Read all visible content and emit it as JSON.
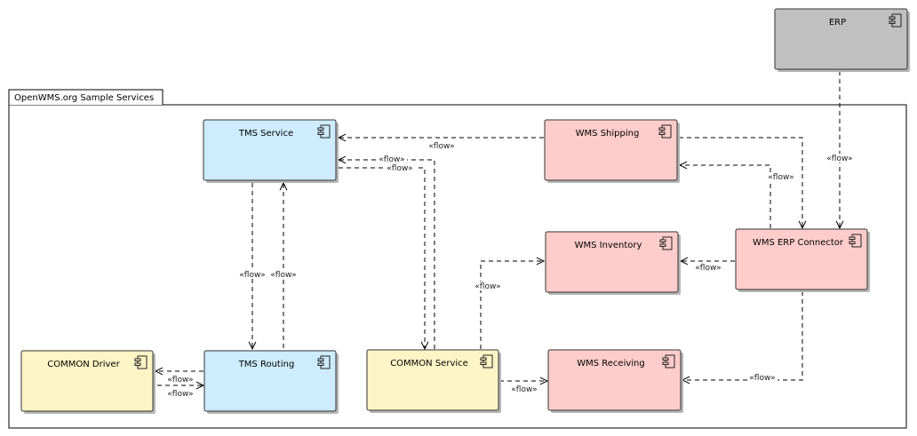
{
  "package": {
    "title": "OpenWMS.org Sample Services"
  },
  "colors": {
    "tms": "#cdecfd",
    "wms": "#fecdcb",
    "common": "#fef5c6",
    "erp": "#c0c0c0"
  },
  "components": {
    "erp": {
      "label": "ERP",
      "color": "erp"
    },
    "tms_service": {
      "label": "TMS Service",
      "color": "tms"
    },
    "wms_shipping": {
      "label": "WMS Shipping",
      "color": "wms"
    },
    "wms_inventory": {
      "label": "WMS Inventory",
      "color": "wms"
    },
    "wms_erp_connector": {
      "label": "WMS ERP Connector",
      "color": "wms"
    },
    "common_driver": {
      "label": "COMMON Driver",
      "color": "common"
    },
    "tms_routing": {
      "label": "TMS Routing",
      "color": "tms"
    },
    "common_service": {
      "label": "COMMON Service",
      "color": "common"
    },
    "wms_receiving": {
      "label": "WMS Receiving",
      "color": "wms"
    }
  },
  "flows": [
    {
      "from": "wms_shipping",
      "to": "tms_service",
      "label": "«flow»"
    },
    {
      "from": "common_service",
      "to": "tms_service",
      "label": "«flow»"
    },
    {
      "from": "tms_service",
      "to": "common_service",
      "label": "«flow»"
    },
    {
      "from": "tms_service",
      "to": "tms_routing",
      "label": "«flow»"
    },
    {
      "from": "tms_routing",
      "to": "tms_service",
      "label": "«flow»"
    },
    {
      "from": "wms_erp_connector",
      "to": "wms_shipping",
      "label": "«flow»"
    },
    {
      "from": "wms_shipping",
      "to": "wms_erp_connector",
      "label": ""
    },
    {
      "from": "erp",
      "to": "wms_erp_connector",
      "label": "«flow»"
    },
    {
      "from": "wms_erp_connector",
      "to": "wms_inventory",
      "label": "«flow»"
    },
    {
      "from": "common_service",
      "to": "wms_inventory",
      "label": "«flow»"
    },
    {
      "from": "tms_routing",
      "to": "common_driver",
      "label": "«flow»"
    },
    {
      "from": "common_driver",
      "to": "tms_routing",
      "label": "«flow»"
    },
    {
      "from": "common_service",
      "to": "wms_receiving",
      "label": "«flow»"
    },
    {
      "from": "wms_erp_connector",
      "to": "wms_receiving",
      "label": "«flow»"
    }
  ]
}
